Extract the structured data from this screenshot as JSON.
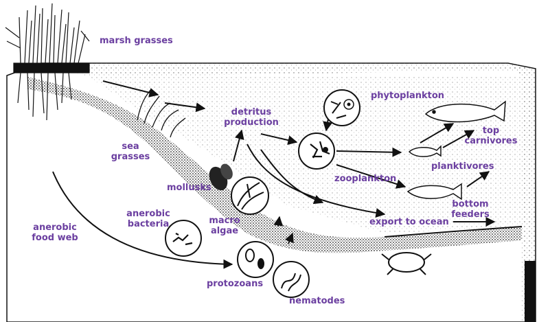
{
  "colors": {
    "label": "#6b3fa0",
    "ink": "#111111",
    "paper": "#ffffff",
    "water_stipple": "#555555"
  },
  "labels": {
    "marsh_grasses": "marsh grasses",
    "phytoplankton": "phytoplankton",
    "detritus_1": "detritus",
    "detritus_2": "production",
    "top_carnivores_1": "top",
    "top_carnivores_2": "carnivores",
    "sea_grasses_1": "sea",
    "sea_grasses_2": "grasses",
    "planktivores": "planktivores",
    "mollusks": "mollusks",
    "zooplankton": "zooplankton",
    "anerobic_bacteria_1": "anerobic",
    "anerobic_bacteria_2": "bacteria",
    "macro_algae_1": "macro",
    "macro_algae_2": "algae",
    "bottom_feeders_1": "bottom",
    "bottom_feeders_2": "feeders",
    "anerobic_food_web_1": "anerobic",
    "anerobic_food_web_2": "food web",
    "export_to_ocean": "export to ocean",
    "protozoans": "protozoans",
    "nematodes": "nematodes"
  },
  "icons": {
    "marsh": "marsh-grass-icon",
    "seagrass": "sea-grass-icon",
    "phyto": "phytoplankton-circle-icon",
    "zoo": "zooplankton-circle-icon",
    "algae": "macro-algae-circle-icon",
    "bacteria": "bacteria-circle-icon",
    "protozoa": "protozoans-circle-icon",
    "nematode": "nematodes-circle-icon",
    "fish": "fish-icon",
    "crab": "crab-icon",
    "mollusk": "mollusk-icon"
  }
}
